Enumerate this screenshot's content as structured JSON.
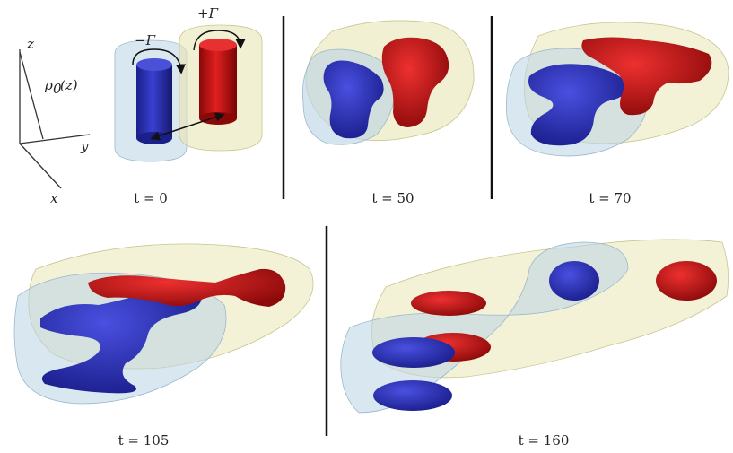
{
  "axes": {
    "z_label": "z",
    "y_label": "y",
    "x_label": "x",
    "rho_label": "ρ",
    "rho_sub": "0",
    "rho_arg": "(z)"
  },
  "circulation": {
    "negative": "−Γ",
    "positive": "+Γ"
  },
  "panels": [
    {
      "caption": "t = 0"
    },
    {
      "caption": "t = 50"
    },
    {
      "caption": "t = 70"
    },
    {
      "caption": "t = 105"
    },
    {
      "caption": "t = 160"
    }
  ],
  "colors": {
    "negative_vortex": "#2a2fb0",
    "positive_vortex": "#c81414",
    "blue_envelope": "#b9d3e6",
    "yellow_envelope": "#e9e6b4",
    "divider": "#111111"
  }
}
